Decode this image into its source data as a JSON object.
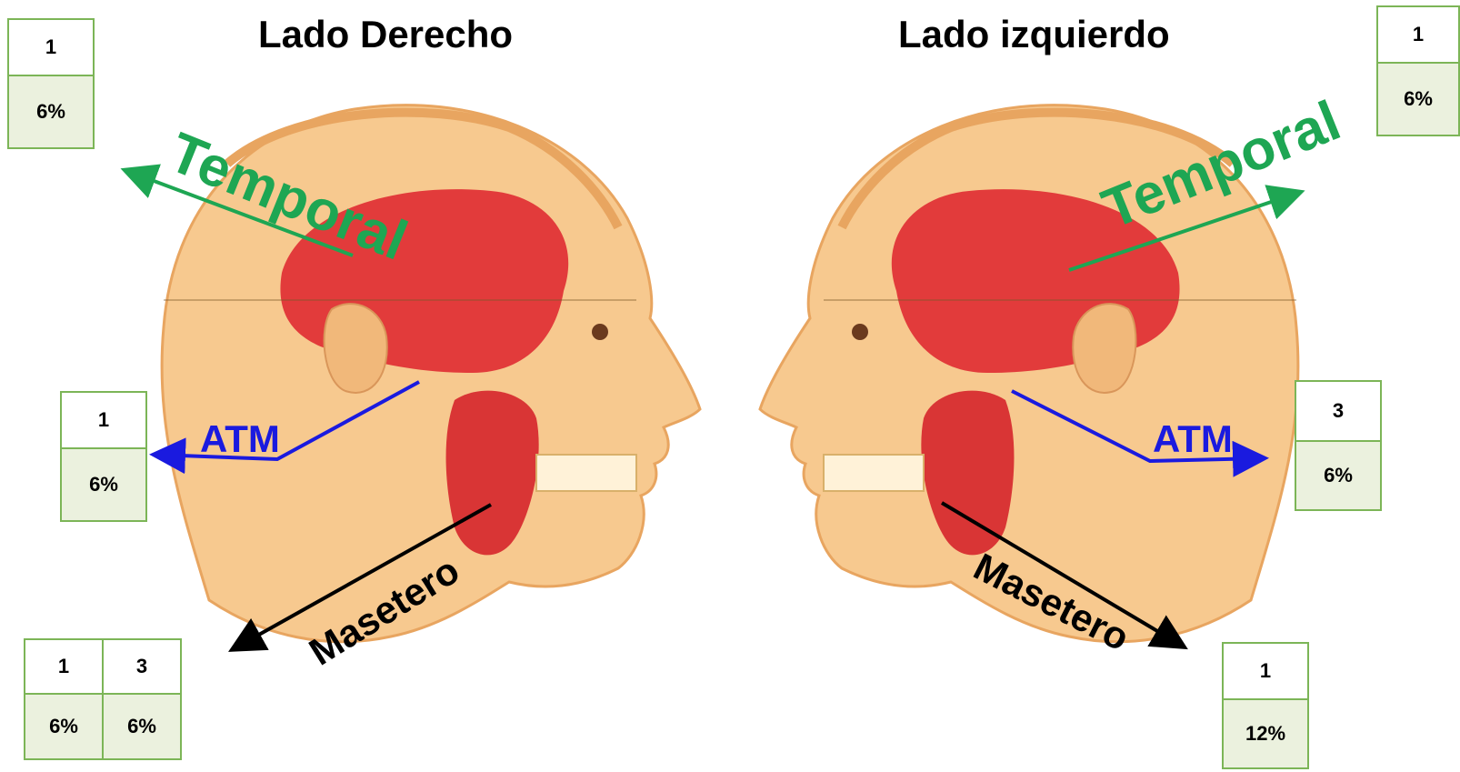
{
  "titles": {
    "left": "Lado Derecho",
    "right": "Lado izquierdo"
  },
  "labels": {
    "temporal": "Temporal",
    "atm": "ATM",
    "masetero": "Masetero"
  },
  "colors": {
    "temporal": "#1ea653",
    "atm": "#1a1adf",
    "masetero": "#000000",
    "box_border": "#7cb557",
    "box_fill": "#ebf1de",
    "muscle": "#e23b3b",
    "skin": "#f7c98f"
  },
  "boxes": {
    "right_temporal": {
      "counts": [
        "1"
      ],
      "percents": [
        "6%"
      ]
    },
    "right_atm": {
      "counts": [
        "1"
      ],
      "percents": [
        "6%"
      ]
    },
    "right_masetero": {
      "counts": [
        "1",
        "3"
      ],
      "percents": [
        "6%",
        "6%"
      ]
    },
    "left_temporal": {
      "counts": [
        "1"
      ],
      "percents": [
        "6%"
      ]
    },
    "left_atm": {
      "counts": [
        "3"
      ],
      "percents": [
        "6%"
      ]
    },
    "left_masetero": {
      "counts": [
        "1"
      ],
      "percents": [
        "12%"
      ]
    }
  }
}
